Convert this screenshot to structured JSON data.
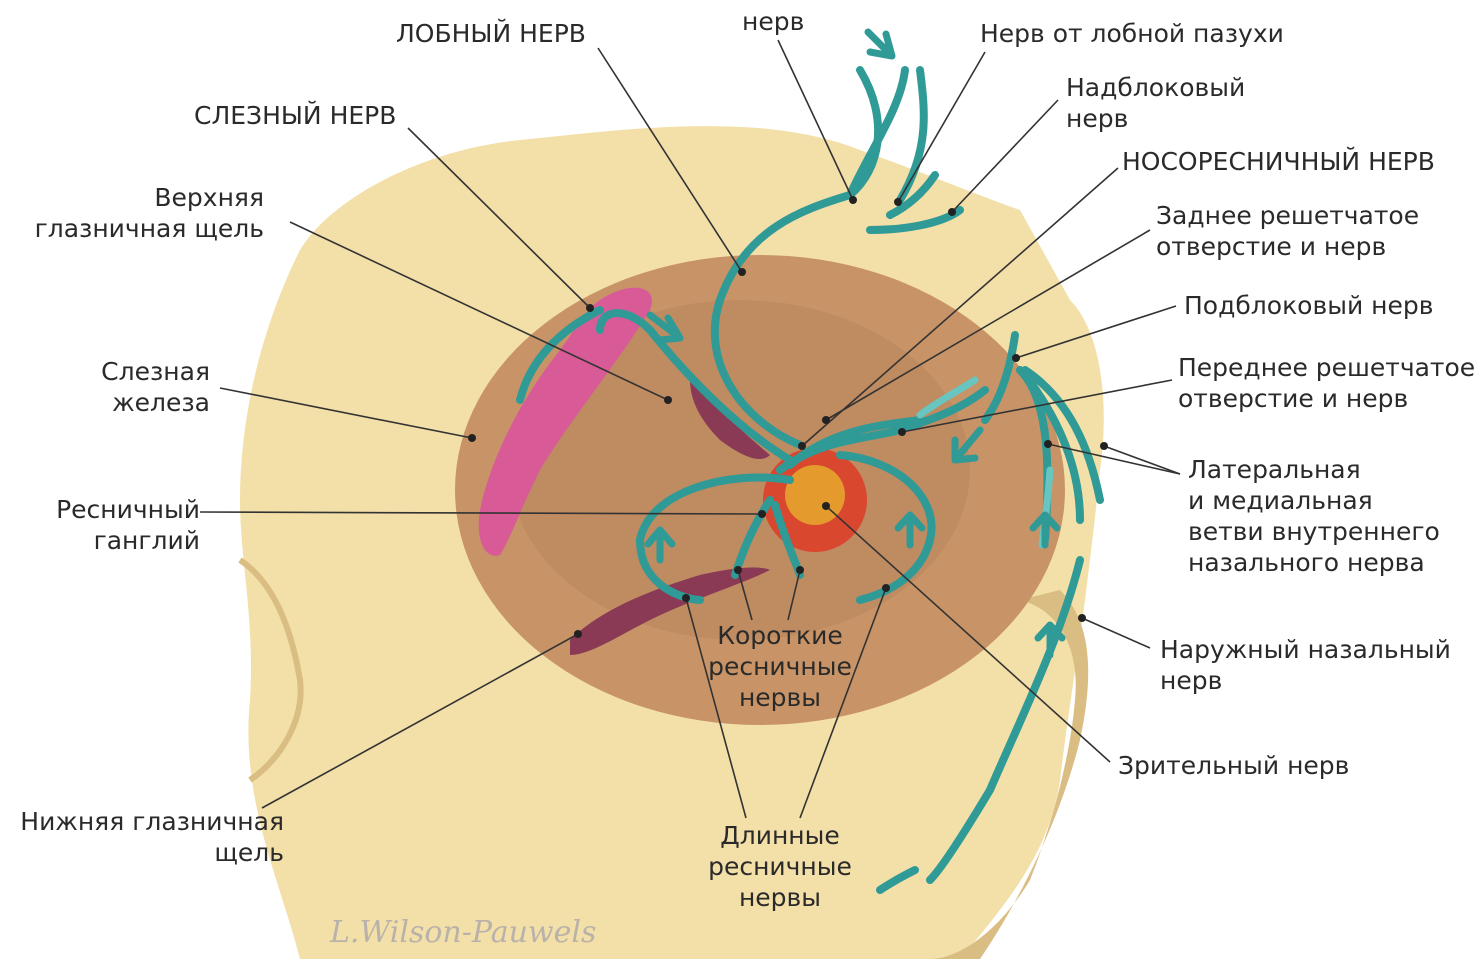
{
  "colors": {
    "bone": "#f3dfa8",
    "bone_shadow": "#d9bd82",
    "orbit_floor": "#c89467",
    "orbit_deep": "#b07c55",
    "nerve": "#2f9a96",
    "nerve_light": "#69c5c0",
    "gland": "#d85b98",
    "fissure": "#8a3a55",
    "eyeball": "#e49a2c",
    "label_text": "#2a2a2a",
    "leader_line": "#333333"
  },
  "labels": {
    "frontal_nerve": "ЛОБНЫЙ НЕРВ",
    "nerve_top": "нерв",
    "frontal_sinus_nerve": "Нерв от лобной пазухи",
    "supratrochlear": [
      "Надблоковый",
      "нерв"
    ],
    "lacrimal_nerve": "СЛЕЗНЫЙ НЕРВ",
    "nasociliary": "НОСОРЕСНИЧНЫЙ НЕРВ",
    "superior_fissure": [
      "Верхняя",
      "глазничная щель"
    ],
    "posterior_ethmoidal": [
      "Заднее решетчатое",
      "отверстие и нерв"
    ],
    "infratrochlear": "Подблоковый нерв",
    "lacrimal_gland": [
      "Слезная",
      "железа"
    ],
    "anterior_ethmoidal": [
      "Переднее решетчатое",
      "отверстие и нерв"
    ],
    "internal_nasal": [
      "Латеральная",
      "и медиальная",
      "ветви внутреннего",
      "назального нерва"
    ],
    "ciliary_ganglion": [
      "Ресничный",
      "ганглий"
    ],
    "short_ciliary": [
      "Короткие",
      "ресничные",
      "нервы"
    ],
    "external_nasal": [
      "Наружный назальный",
      "нерв"
    ],
    "optic_nerve": "Зрительный нерв",
    "inferior_fissure": [
      "Нижняя глазничная",
      "щель"
    ],
    "long_ciliary": [
      "Длинные",
      "ресничные",
      "нервы"
    ]
  },
  "signature": "L.Wilson-Pauwels"
}
